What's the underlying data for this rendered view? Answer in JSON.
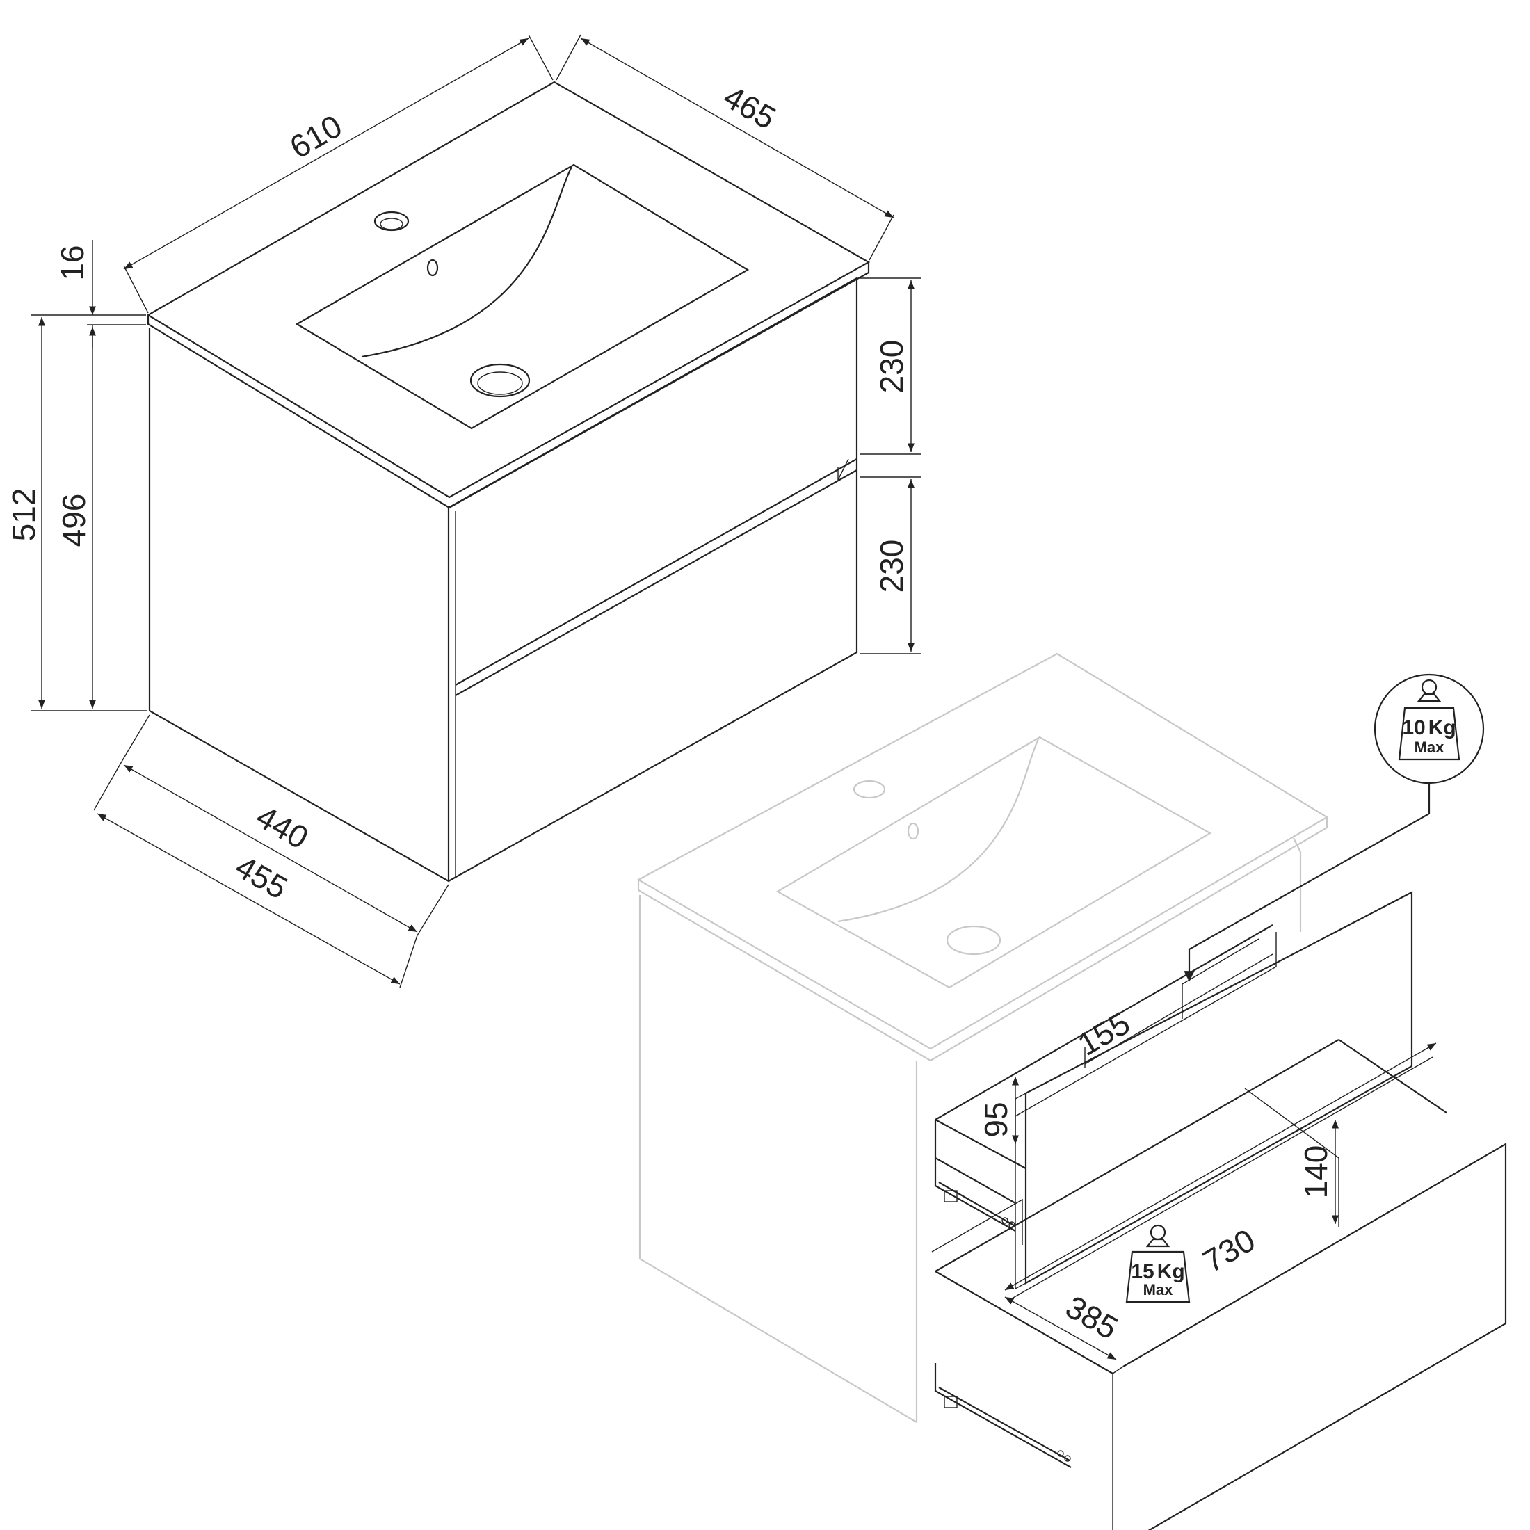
{
  "diagram": {
    "colors": {
      "line": "#222222",
      "faint": "#c8c8c8",
      "background": "#ffffff"
    },
    "dimensions": {
      "width_610": "610",
      "depth_465": "465",
      "top_16": "16",
      "height_512": "512",
      "height_496": "496",
      "drawer_top_230": "230",
      "drawer_bottom_230": "230",
      "depth_440": "440",
      "depth_455": "455",
      "inner_155": "155",
      "inner_95": "95",
      "inner_140": "140",
      "inner_730": "730",
      "inner_385": "385"
    },
    "load_badges": {
      "top": {
        "value": "10",
        "unit": "Kg",
        "label": "Max"
      },
      "bottom": {
        "value": "15",
        "unit": "Kg",
        "label": "Max"
      }
    },
    "icons": [
      "weight-icon",
      "drawer-slide-icon",
      "arrow-icon"
    ]
  }
}
